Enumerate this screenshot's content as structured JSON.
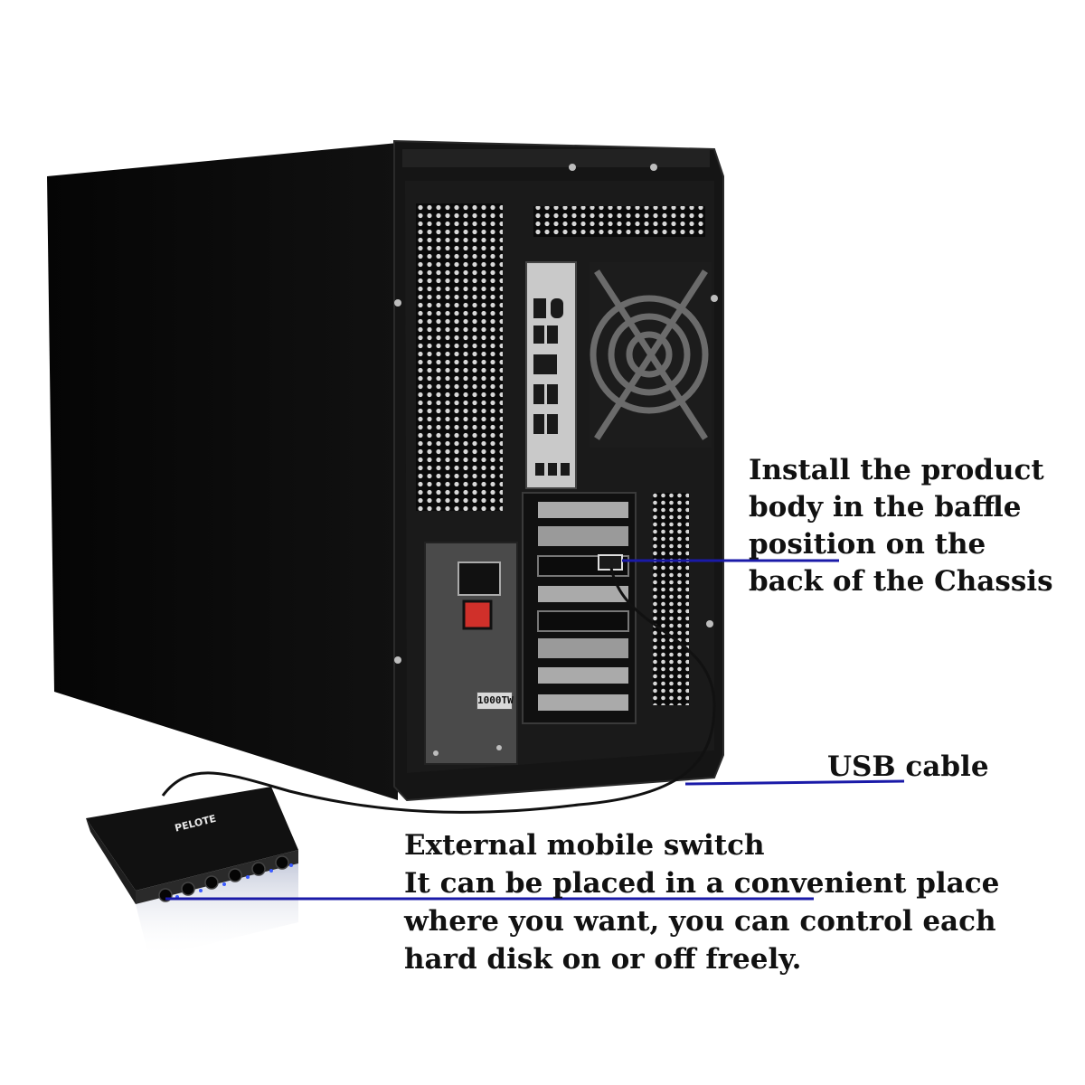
{
  "callouts": {
    "baffle": {
      "lines": [
        "Install the product",
        "body in the baffle",
        "position on the",
        "back of the Chassis"
      ]
    },
    "cable": {
      "text": "USB cable"
    },
    "switch": {
      "lines": [
        "External mobile switch",
        "It can be placed in a convenient place",
        "where you want, you can control each",
        "hard disk on or off freely."
      ]
    }
  },
  "device": {
    "switch_brand": "PELOTE",
    "psu_badge": "1000TW"
  },
  "colors": {
    "pointer_line": "#1a1aa8",
    "chassis_dark": "#0c0c0c",
    "chassis_panel": "#1c1c1c",
    "power_switch": "#d0302a",
    "switch_led": "#3b5bff"
  }
}
